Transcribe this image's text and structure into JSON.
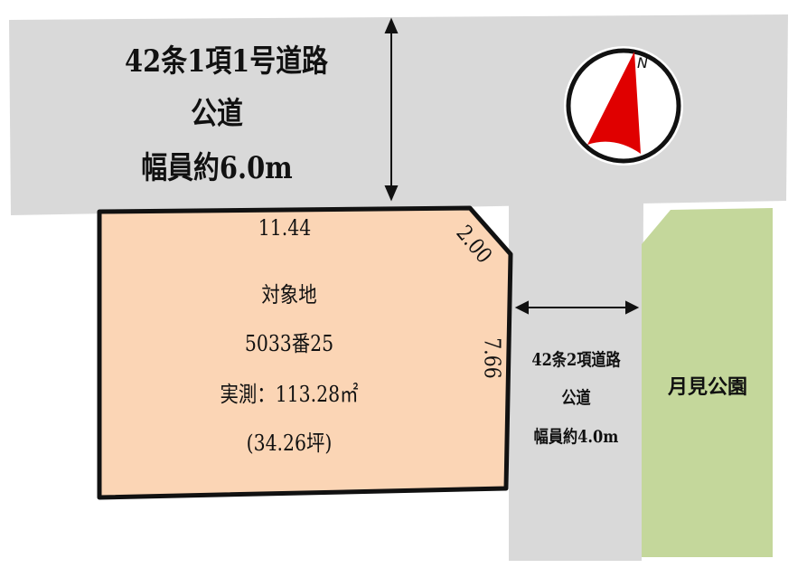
{
  "main_road": {
    "type": "42条1項1号道路",
    "kind": "公道",
    "width": "幅員約6.0m"
  },
  "side_road": {
    "type": "42条2項道路",
    "kind": "公道",
    "width": "幅員約4.0m"
  },
  "park": {
    "label": "月見公園"
  },
  "plot": {
    "label": "対象地",
    "lot_number": "5033番25",
    "area": "実測：113.28㎡",
    "tsubo": "(34.26坪)",
    "dim_top": "11.44",
    "dim_corner": "2.00",
    "dim_right": "7.66"
  },
  "compass": {
    "label": "N"
  },
  "colors": {
    "road": "#d9d9d9",
    "plot": "#fbd5b5",
    "park": "#c4d79b",
    "compass": "#e00000"
  }
}
